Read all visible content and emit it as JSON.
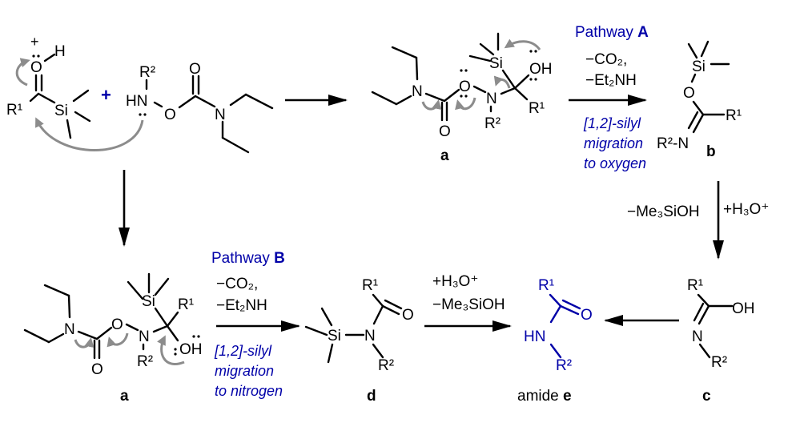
{
  "colors": {
    "text": "#000000",
    "accent": "#0000a8",
    "mechanism_arrow": "#8c8c8c"
  },
  "reactant1": {
    "O": "O",
    "plus": "+",
    "H": "H",
    "R": "R¹",
    "Si": "Si"
  },
  "plus_sign": "+",
  "reactant2": {
    "R": "R²",
    "HN": "HN",
    "O1": "O",
    "O2": "O",
    "N": "N"
  },
  "intermediate_a_top": {
    "N1": "N",
    "O1": "O",
    "O2": "O",
    "N2": "N",
    "R2": "R²",
    "Si": "Si",
    "OH": "OH",
    "R1": "R¹",
    "label": "a"
  },
  "pathway_a": {
    "title": "Pathway ",
    "letter": "A",
    "cond1": "−CO₂,",
    "cond2": "−Et₂NH",
    "note1": "[1,2]-silyl",
    "note2": "migration",
    "note3": "to oxygen"
  },
  "product_b": {
    "Si": "Si",
    "O": "O",
    "R1": "R¹",
    "R2N": "R²-N",
    "label": "b"
  },
  "hydrolysis_right": {
    "left": "−Me₃SiOH",
    "right": "+H₃O⁺"
  },
  "product_c": {
    "R1": "R¹",
    "OH": "OH",
    "N": "N",
    "R2": "R²",
    "label": "c"
  },
  "amide_e": {
    "R1": "R¹",
    "O": "O",
    "HN": "HN",
    "R2": "R²",
    "label_prefix": "amide ",
    "label": "e"
  },
  "hydrolysis_bottom": {
    "top": "+H₃O⁺",
    "bottom": "−Me₃SiOH"
  },
  "product_d": {
    "R1": "R¹",
    "O": "O",
    "Si": "Si",
    "N": "N",
    "R2": "R²",
    "label": "d"
  },
  "pathway_b": {
    "title": "Pathway ",
    "letter": "B",
    "cond1": "−CO₂,",
    "cond2": "−Et₂NH",
    "note1": "[1,2]-silyl",
    "note2": "migration",
    "note3": "to nitrogen"
  },
  "intermediate_a_bottom": {
    "N1": "N",
    "O1": "O",
    "O2": "O",
    "N2": "N",
    "R2": "R²",
    "Si": "Si",
    "OH": "OH",
    "R1": "R¹",
    "label": "a"
  }
}
